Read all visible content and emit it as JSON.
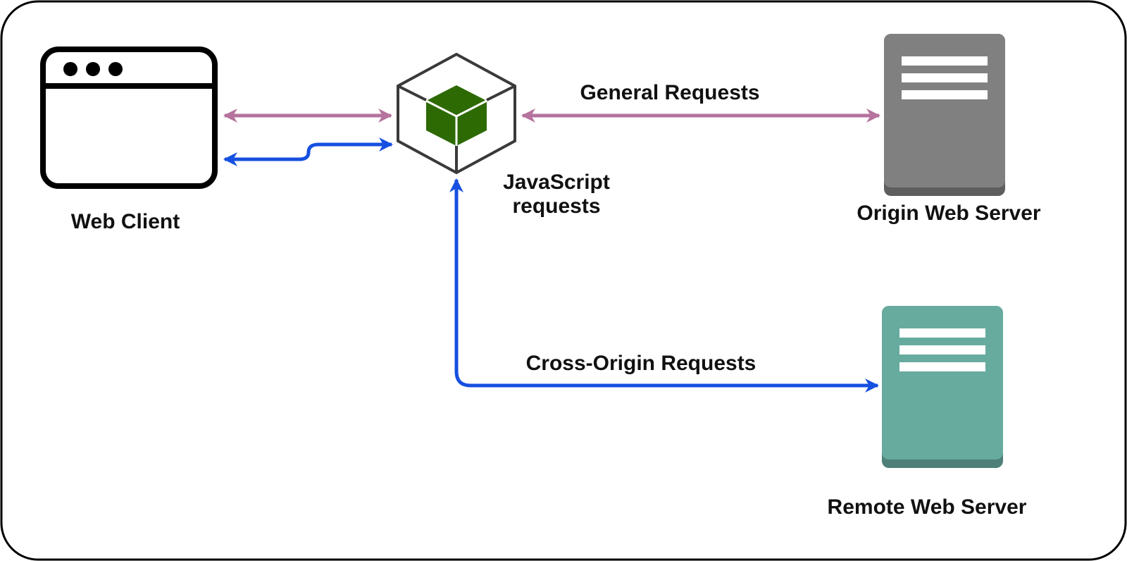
{
  "nodes": {
    "web_client": "Web Client",
    "js_engine": "JavaScript\nrequests",
    "origin_server": "Origin Web Server",
    "remote_server": "Remote Web Server"
  },
  "edges": {
    "general": "General Requests",
    "cross_origin": "Cross-Origin Requests"
  },
  "colors": {
    "general_arrow": "#b5739d",
    "cross_origin_arrow": "#1650e0",
    "origin_server": "#808080",
    "origin_server_base": "#5e5e5e",
    "remote_server": "#67ab9f",
    "remote_server_base": "#4e8077",
    "cube_fill": "#2d6a04",
    "outline": "#000000"
  }
}
